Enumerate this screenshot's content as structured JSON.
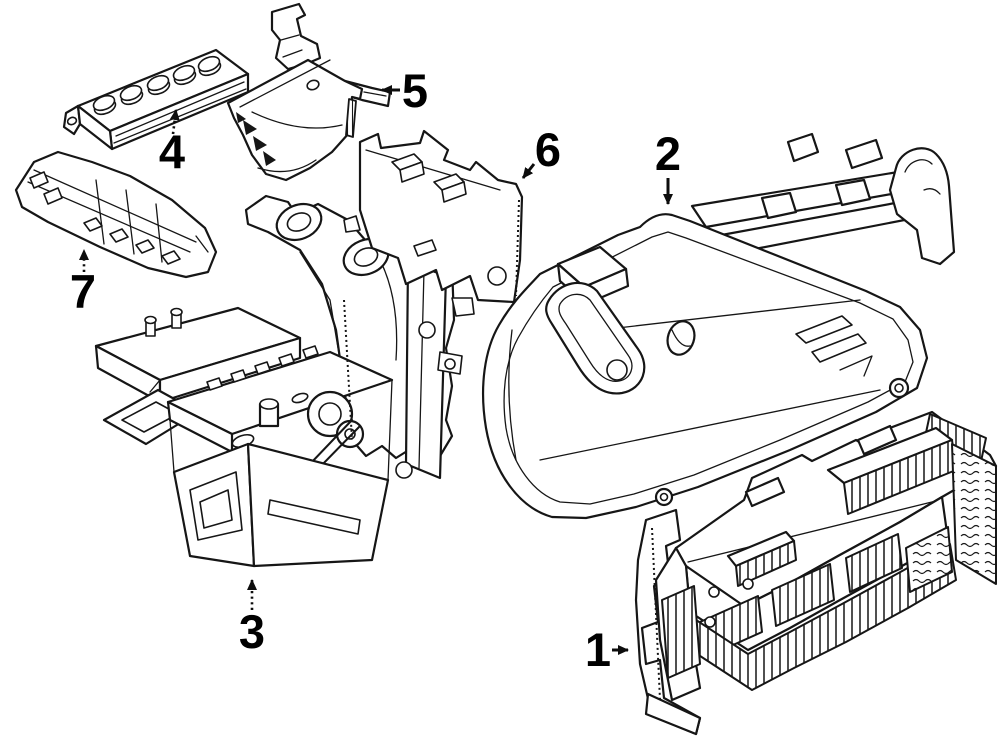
{
  "diagram": {
    "style": "exploded-parts-line-drawing",
    "colors": {
      "background": "#ffffff",
      "line": "#161616",
      "label": "#000000"
    },
    "callouts": [
      {
        "label": "1",
        "arrow_direction": "right",
        "arrow_style": "solid"
      },
      {
        "label": "2",
        "arrow_direction": "down",
        "arrow_style": "solid"
      },
      {
        "label": "3",
        "arrow_direction": "up",
        "arrow_style": "dotted"
      },
      {
        "label": "4",
        "arrow_direction": "up",
        "arrow_style": "dotted"
      },
      {
        "label": "5",
        "arrow_direction": "left",
        "arrow_style": "solid"
      },
      {
        "label": "6",
        "arrow_direction": "down-left",
        "arrow_style": "solid"
      },
      {
        "label": "7",
        "arrow_direction": "up",
        "arrow_style": "dotted"
      }
    ]
  }
}
